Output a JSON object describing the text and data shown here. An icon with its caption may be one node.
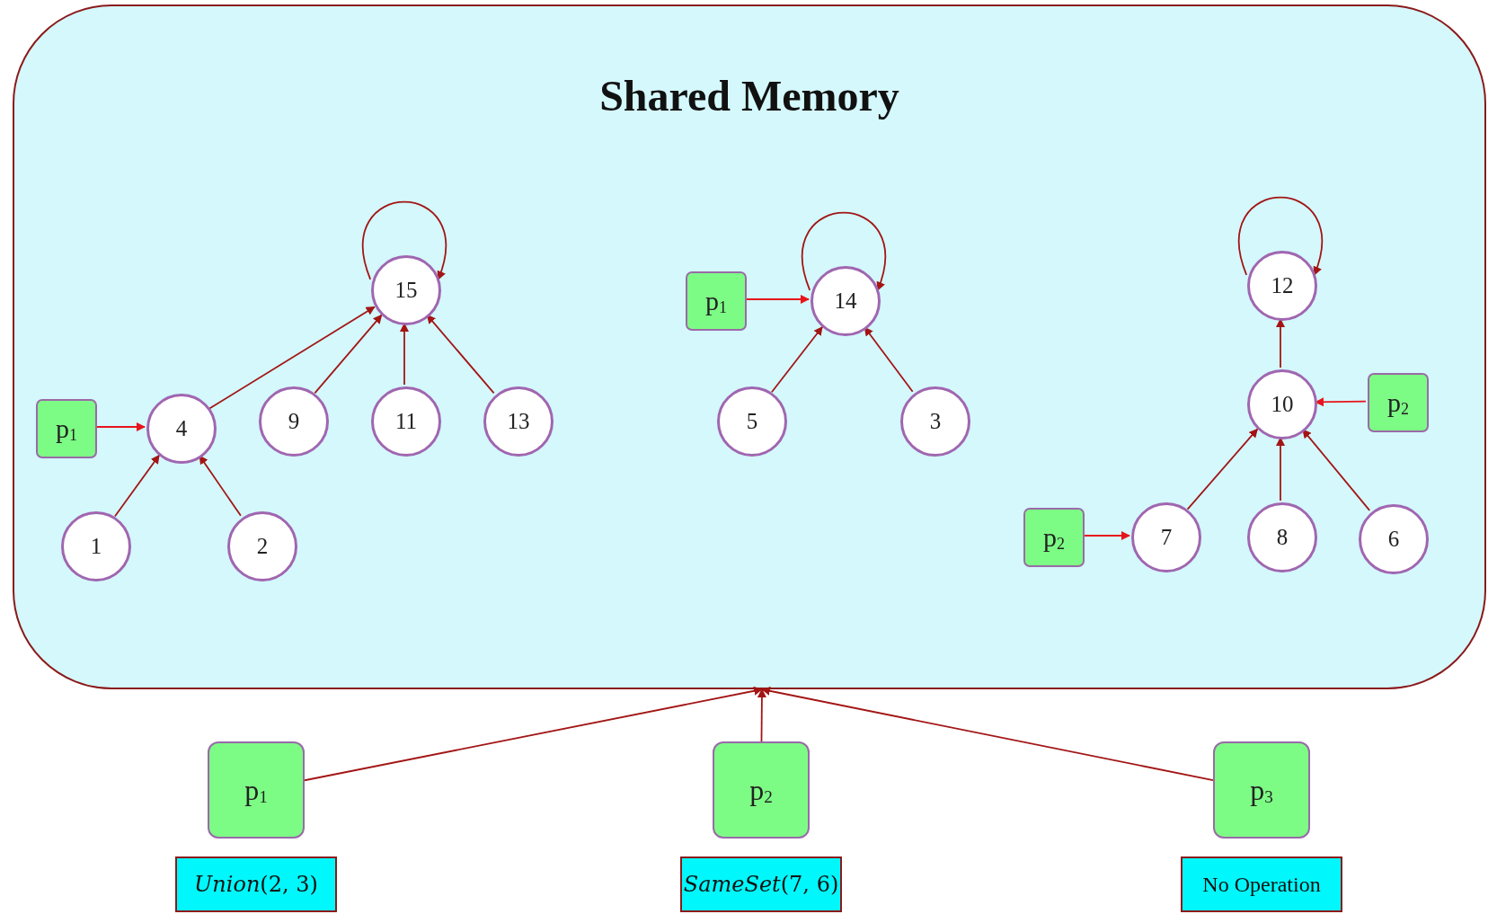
{
  "diagram": {
    "nodes": [
      {
        "text": [
          "Shared Memory"
        ]
      },
      {
        "text": [
          "15"
        ],
        "in": 0
      },
      {
        "text": [
          "12"
        ],
        "in": 0
      },
      {
        "text": [
          "p$_{1}$"
        ],
        "in": 0
      },
      {
        "text": [
          "14"
        ],
        "in": 0
      },
      {
        "text": [
          "p$_{2}$"
        ],
        "in": 0
      },
      {
        "text": [
          "10"
        ],
        "in": 0
      },
      {
        "text": [
          "p$_{1}$"
        ],
        "in": 0
      },
      {
        "text": [
          "4"
        ],
        "in": 0
      },
      {
        "text": [
          "9"
        ],
        "in": 0
      },
      {
        "text": [
          "11"
        ],
        "in": 0
      },
      {
        "text": [
          "13"
        ],
        "in": 0
      },
      {
        "text": [
          "5"
        ],
        "in": 0
      },
      {
        "text": [
          "3"
        ],
        "in": 0
      },
      {
        "text": [
          "1"
        ],
        "in": 0
      },
      {
        "text": [
          "2"
        ],
        "in": 0
      },
      {
        "text": [
          "p$_{2}$"
        ],
        "in": 0
      },
      {
        "text": [
          "7"
        ],
        "in": 0
      },
      {
        "text": [
          "8"
        ],
        "in": 0
      },
      {
        "text": [
          "6"
        ],
        "in": 0
      },
      {
        "text": [
          "p$_{1}$"
        ]
      },
      {
        "text": [
          "p$_{2}$"
        ]
      },
      {
        "text": [
          "p$_{3}$"
        ]
      },
      {
        "text": [
          "*Union*(2, 3)"
        ]
      },
      {
        "text": [
          "*SameSet*(7, 6)"
        ]
      },
      {
        "text": [
          "No Operation"
        ]
      }
    ],
    "edges": [
      {
        "from": 1,
        "to": 1,
        "arrow": "to"
      },
      {
        "from": 8,
        "to": 1,
        "arrow": "to"
      },
      {
        "from": 9,
        "to": 1,
        "arrow": "to"
      },
      {
        "from": 10,
        "to": 1,
        "arrow": "to"
      },
      {
        "from": 11,
        "to": 1,
        "arrow": "to"
      },
      {
        "from": 7,
        "to": 8,
        "arrow": "to",
        "color": "#e8141b"
      },
      {
        "from": 14,
        "to": 8,
        "arrow": "to"
      },
      {
        "from": 15,
        "to": 8,
        "arrow": "to"
      },
      {
        "from": 4,
        "to": 4,
        "arrow": "to"
      },
      {
        "from": 3,
        "to": 4,
        "arrow": "to",
        "color": "#e8141b"
      },
      {
        "from": 12,
        "to": 4,
        "arrow": "to"
      },
      {
        "from": 13,
        "to": 4,
        "arrow": "to"
      },
      {
        "from": 2,
        "to": 2,
        "arrow": "to"
      },
      {
        "from": 6,
        "to": 2,
        "arrow": "to"
      },
      {
        "from": 5,
        "to": 6,
        "arrow": "to",
        "color": "#e8141b"
      },
      {
        "from": 17,
        "to": 6,
        "arrow": "to"
      },
      {
        "from": 18,
        "to": 6,
        "arrow": "to"
      },
      {
        "from": 19,
        "to": 6,
        "arrow": "to"
      },
      {
        "from": 16,
        "to": 17,
        "arrow": "to",
        "color": "#e8141b"
      },
      {
        "from": 20,
        "to": 0,
        "arrow": "to"
      },
      {
        "from": 21,
        "to": 0,
        "arrow": "to"
      },
      {
        "from": 22,
        "to": 0,
        "arrow": "to"
      }
    ]
  }
}
